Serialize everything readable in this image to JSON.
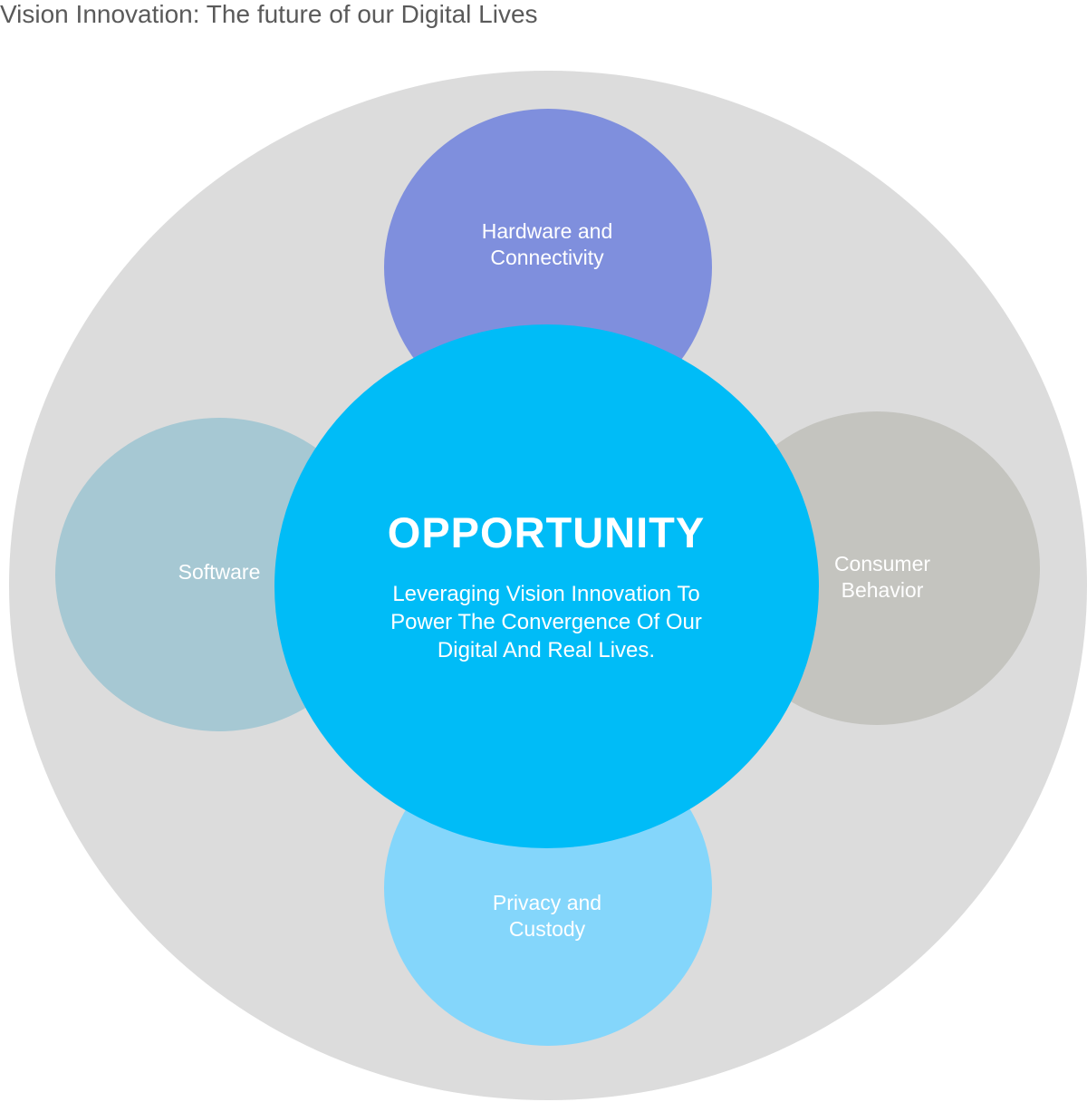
{
  "title": "Vision Innovation: The future of our Digital Lives",
  "core": {
    "heading": "OPPORTUNITY",
    "lines": [
      "Leveraging Vision Innovation To",
      "Power The Convergence Of Our",
      "Digital And Real Lives."
    ],
    "color": "#00bcf7"
  },
  "factors": [
    {
      "position": "top",
      "lines": [
        "Hardware and",
        "Connectivity"
      ],
      "color": "#7f8fdd"
    },
    {
      "position": "left",
      "lines": [
        "Software"
      ],
      "color": "#a6c8d3"
    },
    {
      "position": "right",
      "lines": [
        "Consumer",
        "Behavior"
      ],
      "color": "#c4c4bf"
    },
    {
      "position": "bottom",
      "lines": [
        "Privacy and",
        "Custody"
      ],
      "color": "#84d6fb"
    }
  ],
  "background_circle_color": "#dcdcdc"
}
